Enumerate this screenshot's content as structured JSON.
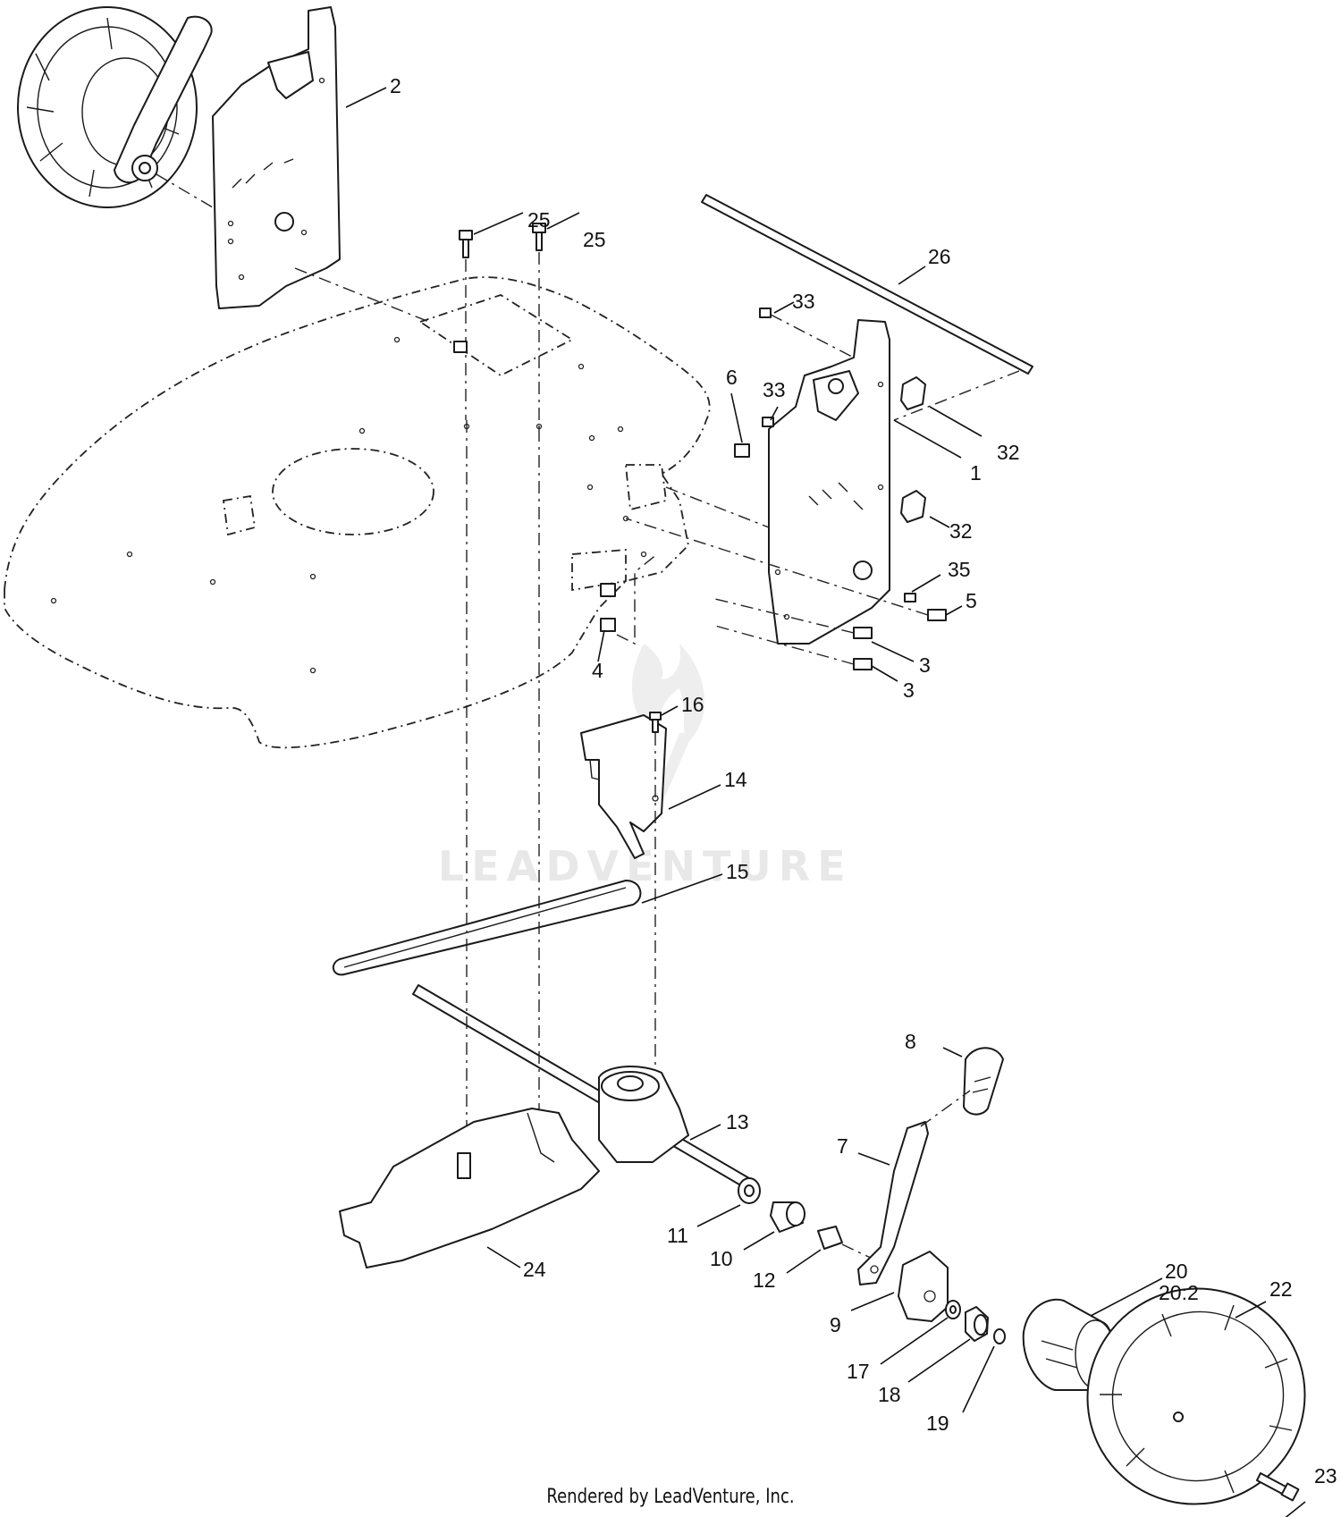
{
  "watermark": "LEADVENTURE",
  "footer": "Rendered by LeadVenture, Inc.",
  "callouts": [
    {
      "id": "c2",
      "label": "2"
    },
    {
      "id": "c25a",
      "label": "25"
    },
    {
      "id": "c25b",
      "label": "25"
    },
    {
      "id": "c26",
      "label": "26"
    },
    {
      "id": "c33a",
      "label": "33"
    },
    {
      "id": "c6",
      "label": "6"
    },
    {
      "id": "c33b",
      "label": "33"
    },
    {
      "id": "c32a",
      "label": "32"
    },
    {
      "id": "c1",
      "label": "1"
    },
    {
      "id": "c32b",
      "label": "32"
    },
    {
      "id": "c35",
      "label": "35"
    },
    {
      "id": "c5",
      "label": "5"
    },
    {
      "id": "c3a",
      "label": "3"
    },
    {
      "id": "c3b",
      "label": "3"
    },
    {
      "id": "c4",
      "label": "4"
    },
    {
      "id": "c16",
      "label": "16"
    },
    {
      "id": "c14",
      "label": "14"
    },
    {
      "id": "c15",
      "label": "15"
    },
    {
      "id": "c8",
      "label": "8"
    },
    {
      "id": "c13",
      "label": "13"
    },
    {
      "id": "c7",
      "label": "7"
    },
    {
      "id": "c11",
      "label": "11"
    },
    {
      "id": "c10",
      "label": "10"
    },
    {
      "id": "c12",
      "label": "12"
    },
    {
      "id": "c24",
      "label": "24"
    },
    {
      "id": "c9",
      "label": "9"
    },
    {
      "id": "c20",
      "label": "20"
    },
    {
      "id": "c202",
      "label": "20:2"
    },
    {
      "id": "c22",
      "label": "22"
    },
    {
      "id": "c17",
      "label": "17"
    },
    {
      "id": "c18",
      "label": "18"
    },
    {
      "id": "c19",
      "label": "19"
    },
    {
      "id": "c23",
      "label": "23"
    }
  ]
}
